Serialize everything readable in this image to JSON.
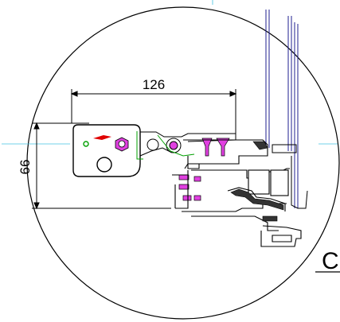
{
  "detail": {
    "marker_label": "C",
    "dimension_horizontal": "126",
    "dimension_vertical": "66",
    "colors": {
      "outline": "#000000",
      "glazing": "#1f1f8f",
      "fastener": "#e040e0",
      "gasket": "#00a000",
      "centerline": "#40c0e0",
      "logo": "#e00000"
    }
  }
}
